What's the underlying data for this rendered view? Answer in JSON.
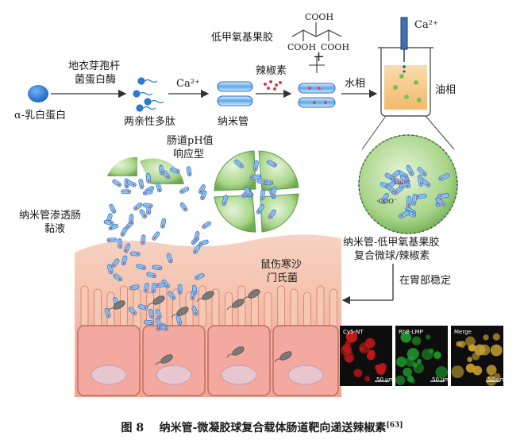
{
  "labels": {
    "enzyme_line1": "地衣芽孢杆",
    "enzyme_line2": "菌蛋白酶",
    "lactalbumin": "α-乳白蛋白",
    "peptides": "两亲性多肽",
    "ca_ion_1": "Ca²⁺",
    "nanotube": "纳米管",
    "capsaicin": "辣椒素",
    "pectin": "低甲氧基果胶",
    "cooh_top": "COOH",
    "cooh_left": "COOH",
    "cooh_right": "COOH",
    "plus_sign": "+",
    "aqueous_phase": "水相",
    "ca_ion_2": "Ca²⁺",
    "oil_phase": "油相",
    "ph_line1": "肠道pH值",
    "ph_line2": "响应型",
    "penetrate_line1": "纳米管渗透肠",
    "penetrate_line2": "黏液",
    "salmonella_line1": "鼠伤寒沙",
    "salmonella_line2": "门氏菌",
    "complex_line1": "纳米管-低甲氧基果胶",
    "complex_line2": "复合微球/辣椒素",
    "gastric_stable": "在胃部稳定",
    "ca_bridge": "Ca²⁺",
    "coo_group": "·COO⁻"
  },
  "micrographs": [
    {
      "name": "Cy5-NT",
      "color": "#c21818",
      "scale": "50 μm"
    },
    {
      "name": "RhB-LMP",
      "color": "#1f9a2a",
      "scale": "50 μm"
    },
    {
      "name": "Merge",
      "color": "#c8a030",
      "scale": "50 μm"
    }
  ],
  "caption": {
    "figure": "图 8",
    "text": "纳米管-微凝胶球复合载体肠道靶向递送辣椒素",
    "ref": "[63]"
  },
  "colors": {
    "protein_blue": "#2a6fc0",
    "gel_green": "#8cc46a",
    "tissue_pink": "#f3b9a4",
    "oil_orange": "#f6c98a",
    "capsaicin_red": "#e03a3a"
  }
}
